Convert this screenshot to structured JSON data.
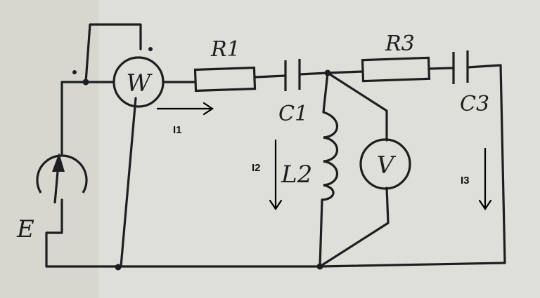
{
  "labels": {
    "R1": "R1",
    "R3": "R3",
    "C1": "C1",
    "C3": "C3",
    "L2": "L2",
    "E": "E",
    "W": "W",
    "V": "V"
  },
  "currents": {
    "I1": "I1",
    "I2": "I2",
    "I3": "I3"
  },
  "colors": {
    "paper": "#dcdcd6",
    "ink": "#1e1e22"
  },
  "icons": {
    "source": "current-source-arrow-icon",
    "wattmeter": "wattmeter-circle-icon",
    "voltmeter": "voltmeter-circle-icon"
  }
}
